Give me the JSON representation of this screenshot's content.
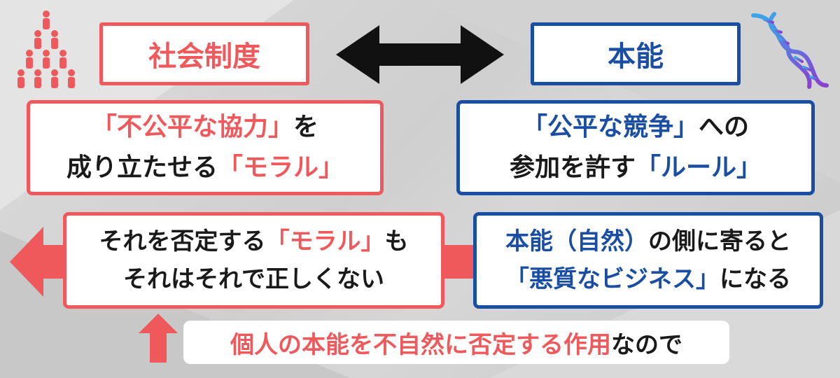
{
  "colors": {
    "red": "#f0595c",
    "blue": "#1a4ea3",
    "black": "#1a1a1a"
  },
  "top_left": {
    "title": "社会制度"
  },
  "top_right": {
    "title": "本能"
  },
  "left_box": {
    "line1_quote": "「不公平な協力」",
    "line1_rest": "を",
    "line2_start": "成り立たせる",
    "line2_quote": "「モラル」"
  },
  "right_box": {
    "line1_quote": "「公平な競争」",
    "line1_rest": "への",
    "line2_start": "参加を許す",
    "line2_quote": "「ルール」"
  },
  "middle_left_box": {
    "line1_start": "それを否定する",
    "line1_quote": "「モラル」",
    "line1_end": "も",
    "line2": "それはそれで正しくない"
  },
  "middle_right_box": {
    "line1_blue": "本能（自然）",
    "line1_rest": "の側に寄ると",
    "line2_quote": "「悪質なビジネス」",
    "line2_rest": "になる"
  },
  "bottom": {
    "red_text": "個人の本能を不自然に否定する作用",
    "black_text": "なので"
  },
  "icons": [
    "people-pyramid-icon",
    "double-arrow-icon",
    "dna-icon",
    "left-arrow-icon",
    "up-arrow-icon"
  ]
}
